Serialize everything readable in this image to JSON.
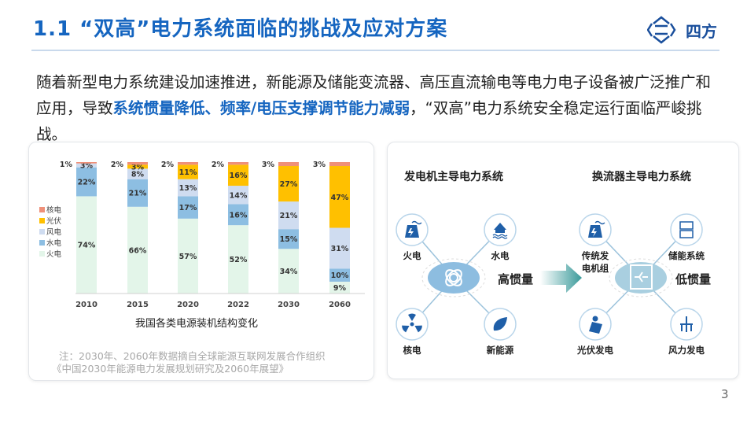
{
  "header": {
    "title": "1.1 “双高”电力系统面临的挑战及应对方案",
    "logo_text": "四方"
  },
  "body": {
    "text_before": "随着新型电力系统建设加速推进，新能源及储能变流器、高压直流输电等电力电子设备被广泛推广和应用，导致",
    "text_highlight": "系统惯量降低、频率/电压支撑调节能力减弱",
    "text_after": "，“双高”电力系统安全稳定运行面临严峻挑战。"
  },
  "chart_data": {
    "type": "bar",
    "stacked": true,
    "percent": true,
    "title": "我国各类电源装机结构变化",
    "categories": [
      "2010",
      "2015",
      "2020",
      "2022",
      "2030",
      "2060"
    ],
    "series": [
      {
        "name": "火电",
        "color": "#e3f5e9",
        "values": [
          74,
          66,
          57,
          52,
          34,
          9
        ]
      },
      {
        "name": "水电",
        "color": "#8dbee2",
        "values": [
          22,
          21,
          17,
          16,
          15,
          10
        ]
      },
      {
        "name": "风电",
        "color": "#cfdcf0",
        "values": [
          3,
          8,
          13,
          14,
          21,
          31
        ]
      },
      {
        "name": "光伏",
        "color": "#ffc000",
        "values": [
          0,
          3,
          11,
          16,
          27,
          47
        ]
      },
      {
        "name": "核电",
        "color": "#ef9079",
        "values": [
          1,
          2,
          2,
          2,
          3,
          3
        ]
      }
    ],
    "legend_order": [
      "核电",
      "光伏",
      "风电",
      "水电",
      "火电"
    ],
    "legend_placement": "left",
    "ylim": [
      0,
      100
    ],
    "grid": false
  },
  "notes": {
    "line1": "注：2030年、2060年数据摘自全球能源互联网发展合作组织",
    "line2": "《中国2030年能源电力发展规划研究及2060年展望》"
  },
  "diagram": {
    "left": {
      "title": "发电机主导电力系统",
      "center_label": "高惯量",
      "center_icon": "generator-icon",
      "nodes": [
        {
          "label": "火电",
          "icon": "thermal-plant-icon"
        },
        {
          "label": "水电",
          "icon": "hydro-icon"
        },
        {
          "label": "核电",
          "icon": "nuclear-icon"
        },
        {
          "label": "新能源",
          "icon": "leaf-icon"
        }
      ]
    },
    "right": {
      "title": "换流器主导电力系统",
      "center_label": "低惯量",
      "center_icon": "converter-icon",
      "nodes": [
        {
          "label_line1": "传统发",
          "label_line2": "电机组",
          "icon": "thermal-plant-icon"
        },
        {
          "label": "储能系统",
          "icon": "battery-rack-icon"
        },
        {
          "label": "光伏发电",
          "icon": "solar-panel-icon"
        },
        {
          "label": "风力发电",
          "icon": "wind-turbine-icon"
        }
      ]
    },
    "accent": "#1f5fa8",
    "arrow_color": "#3a9a9a"
  },
  "page_number": "3"
}
